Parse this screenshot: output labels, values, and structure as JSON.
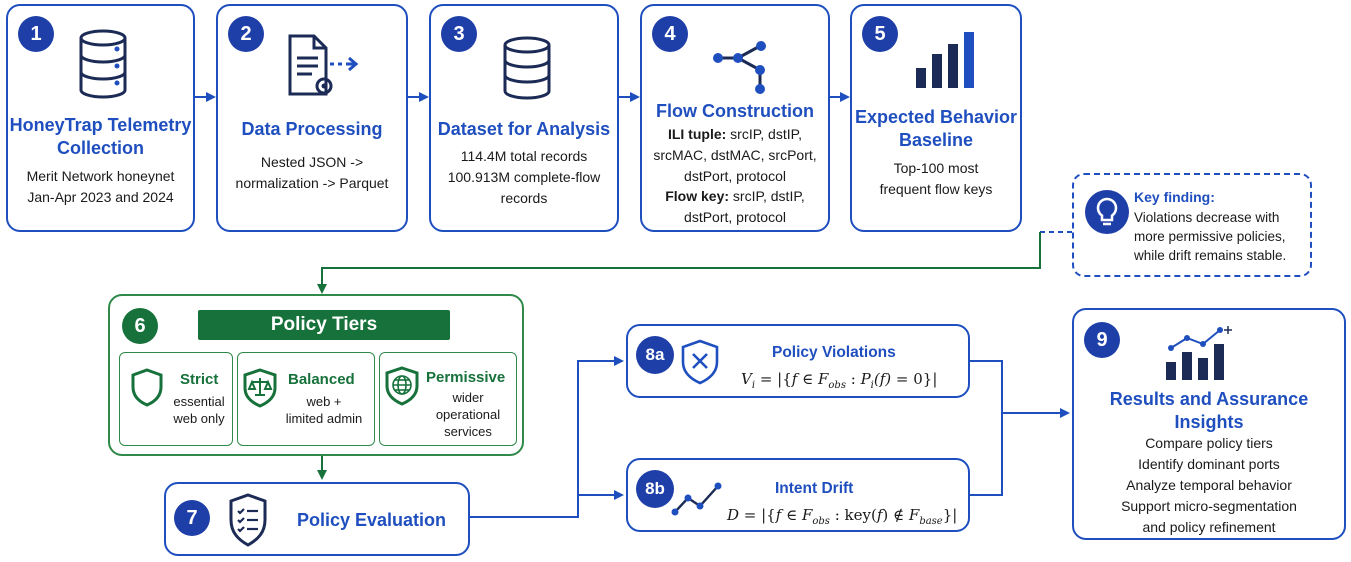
{
  "steps": [
    {
      "number": "1",
      "title_lines": [
        "HoneyTrap Telemetry",
        "Collection"
      ],
      "text_lines": [
        "Merit Network honeynet",
        "Jan-Apr 2023 and 2024"
      ],
      "icon": "database-server-icon"
    },
    {
      "number": "2",
      "title_lines": [
        "Data Processing"
      ],
      "text_lines": [
        "Nested JSON ->",
        "normalization -> Parquet"
      ],
      "icon": "document-gear-icon"
    },
    {
      "number": "3",
      "title_lines": [
        "Dataset for Analysis"
      ],
      "text_lines": [
        "114.4M total records",
        "100.913M complete-flow",
        "records"
      ],
      "icon": "database-icon"
    },
    {
      "number": "4",
      "title_lines": [
        "Flow Construction"
      ],
      "ili_label": "ILI tuple:",
      "ili_lines": [
        " srcIP, dstIP,",
        "srcMAC, dstMAC, srcPort,",
        "dstPort, protocol"
      ],
      "flow_label": "Flow key:",
      "flow_lines": [
        " srcIP, dstIP,",
        "dstPort, protocol"
      ],
      "icon": "network-nodes-icon"
    },
    {
      "number": "5",
      "title_lines": [
        "Expected Behavior",
        "Baseline"
      ],
      "text_lines": [
        "Top-100 most",
        "frequent flow keys"
      ],
      "icon": "bar-chart-icon"
    }
  ],
  "key_finding": {
    "title": "Key finding:",
    "lines": [
      "Violations decrease with",
      "more permissive policies,",
      "while drift remains stable."
    ],
    "icon": "lightbulb-icon"
  },
  "policy_tiers": {
    "number": "6",
    "title": "Policy Tiers",
    "tiers": [
      {
        "name": "Strict",
        "desc_lines": [
          "essential",
          "web only"
        ],
        "icon": "shield-icon"
      },
      {
        "name": "Balanced",
        "desc_lines": [
          "web +",
          "limited admin"
        ],
        "icon": "scales-shield-icon"
      },
      {
        "name": "Permissive",
        "desc_lines": [
          "wider",
          "operational",
          "services"
        ],
        "icon": "globe-shield-icon"
      }
    ]
  },
  "evaluation": {
    "number": "7",
    "title": "Policy Evaluation",
    "icon": "checklist-shield-icon"
  },
  "violations": {
    "number": "8a",
    "title": "Policy Violations",
    "icon": "shield-x-icon",
    "formula": "V_i = |{f ∈ F_obs : P_i(f) = 0}|"
  },
  "drift": {
    "number": "8b",
    "title": "Intent Drift",
    "icon": "trend-line-icon",
    "formula": "D = |{f ∈ F_obs : key(f) ∉ F_base}|"
  },
  "results": {
    "number": "9",
    "title_lines": [
      "Results and Assurance",
      "Insights"
    ],
    "text_lines": [
      "Compare policy tiers",
      "Identify dominant ports",
      "Analyze temporal behavior",
      "Support micro-segmentation",
      "and policy refinement"
    ],
    "icon": "results-chart-icon"
  },
  "colors": {
    "blue": "#1f4fbf",
    "navy": "#1f3fa8",
    "green": "#17713a",
    "light_green": "#2f8a4a"
  }
}
